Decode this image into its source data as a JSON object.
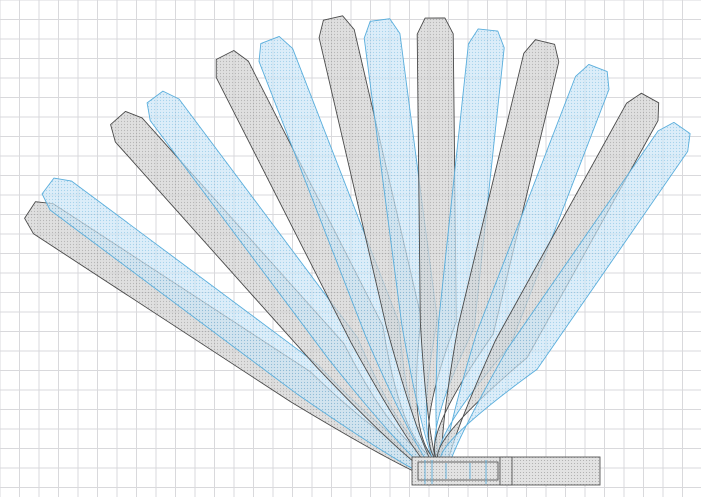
{
  "diagram": {
    "kind": "fan of jointed beams rotating about a common hinge",
    "beam_count": 14,
    "colors": {
      "grid": "#d9d9dc",
      "background": "#ffffff",
      "dark_beam_fill": "#cfcfcf",
      "dark_beam_stroke": "#4a4a4a",
      "light_beam_fill": "#c9e3f4",
      "light_beam_stroke": "#5aaedc",
      "base_fill": "#dedede",
      "base_stroke": "#555555"
    },
    "beams": [
      {
        "id": 1,
        "style": "dark"
      },
      {
        "id": 2,
        "style": "light"
      },
      {
        "id": 3,
        "style": "dark"
      },
      {
        "id": 4,
        "style": "light"
      },
      {
        "id": 5,
        "style": "dark"
      },
      {
        "id": 6,
        "style": "light"
      },
      {
        "id": 7,
        "style": "dark"
      },
      {
        "id": 8,
        "style": "light"
      },
      {
        "id": 9,
        "style": "dark"
      },
      {
        "id": 10,
        "style": "light"
      },
      {
        "id": 11,
        "style": "dark"
      },
      {
        "id": 12,
        "style": "light"
      },
      {
        "id": 13,
        "style": "dark"
      },
      {
        "id": 14,
        "style": "light"
      }
    ]
  }
}
